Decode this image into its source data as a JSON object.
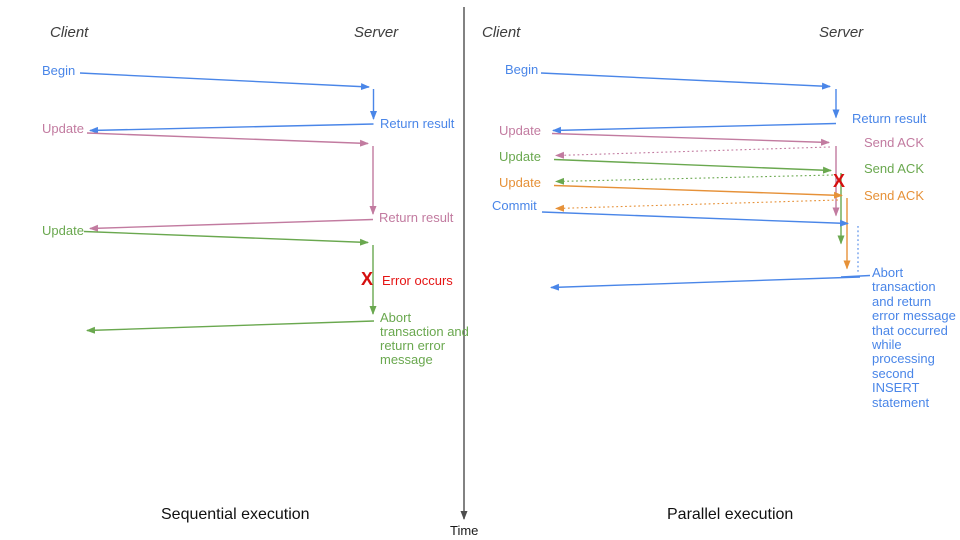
{
  "colors": {
    "blue": "#4a86e8",
    "pink": "#c27ba0",
    "green": "#6aa84f",
    "orange": "#e69138",
    "red": "#e51414",
    "red_dark": "#d50f0f",
    "axis": "#4d4d4d",
    "heading": "#3d3d3d",
    "caption": "#111111"
  },
  "left": {
    "client_header": "Client",
    "server_header": "Server",
    "begin": "Begin",
    "return_result_1": "Return result",
    "update_1": "Update",
    "return_result_2": "Return result",
    "update_2": "Update",
    "error_mark": "X",
    "error_label": "Error occurs",
    "abort_note": "Abort transaction and return error message",
    "caption": "Sequential execution"
  },
  "right": {
    "client_header": "Client",
    "server_header": "Server",
    "begin": "Begin",
    "return_result": "Return result",
    "update_1": "Update",
    "send_ack_1": "Send ACK",
    "update_2": "Update",
    "send_ack_2": "Send ACK",
    "update_3": "Update",
    "send_ack_3": "Send ACK",
    "commit": "Commit",
    "error_mark": "X",
    "abort_note": "Abort transaction and return error message that occurred while processing second INSERT statement",
    "caption": "Parallel execution"
  },
  "time_axis": {
    "label": "Time"
  }
}
